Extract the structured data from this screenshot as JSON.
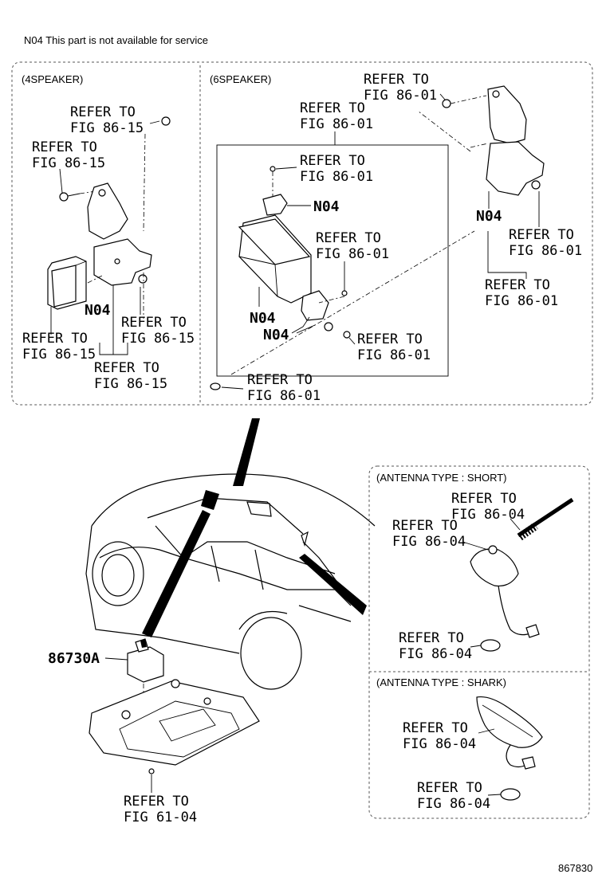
{
  "note": "N04 This part is not available for service",
  "figure_number": "867830",
  "sections": {
    "four_speaker": "(4SPEAKER)",
    "six_speaker": "(6SPEAKER)",
    "antenna_short": "(ANTENNA TYPE : SHORT)",
    "antenna_shark": "(ANTENNA TYPE : SHARK)"
  },
  "part_number": "86730A",
  "not_serviceable_mark": "N04",
  "refs": {
    "r1": [
      "REFER TO",
      "FIG 86-15"
    ],
    "r2": [
      "REFER TO",
      "FIG 86-15"
    ],
    "r3": [
      "REFER TO",
      "FIG 86-15"
    ],
    "r4": [
      "REFER TO",
      "FIG 86-15"
    ],
    "r5": [
      "REFER TO",
      "FIG 86-15"
    ],
    "r6": [
      "REFER TO",
      "FIG 86-01"
    ],
    "r7": [
      "REFER TO",
      "FIG 86-01"
    ],
    "r8": [
      "REFER TO",
      "FIG 86-01"
    ],
    "r9": [
      "REFER TO",
      "FIG 86-01"
    ],
    "r10": [
      "REFER TO",
      "FIG 86-01"
    ],
    "r11": [
      "REFER TO",
      "FIG 86-01"
    ],
    "r12": [
      "REFER TO",
      "FIG 86-01"
    ],
    "r13": [
      "REFER TO",
      "FIG 86-01"
    ],
    "r14": [
      "REFER TO",
      "FIG 86-04"
    ],
    "r15": [
      "REFER TO",
      "FIG 86-04"
    ],
    "r16": [
      "REFER TO",
      "FIG 86-04"
    ],
    "r17": [
      "REFER TO",
      "FIG 86-04"
    ],
    "r18": [
      "REFER TO",
      "FIG 86-04"
    ],
    "r19": [
      "REFER TO",
      "FIG 61-04"
    ]
  }
}
